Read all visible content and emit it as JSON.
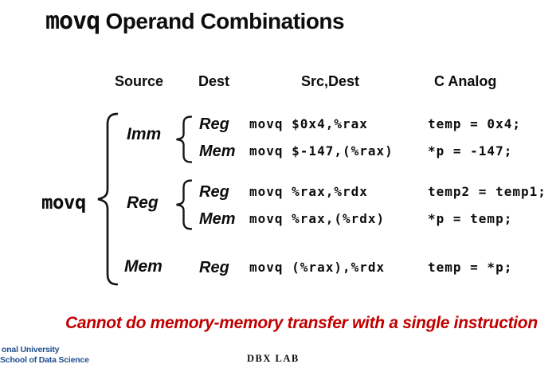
{
  "title": {
    "mono": "movq",
    "rest": " Operand Combinations"
  },
  "columns": {
    "source": "Source",
    "dest": "Dest",
    "src_dest": "Src,Dest",
    "c_analog": "C Analog"
  },
  "instruction": "movq",
  "groups": [
    {
      "source": "Imm",
      "rows": [
        {
          "dest": "Reg",
          "asm": "movq $0x4,%rax",
          "c": "temp = 0x4;"
        },
        {
          "dest": "Mem",
          "asm": "movq $-147,(%rax)",
          "c": "*p = -147;"
        }
      ]
    },
    {
      "source": "Reg",
      "rows": [
        {
          "dest": "Reg",
          "asm": "movq %rax,%rdx",
          "c": "temp2 = temp1;"
        },
        {
          "dest": "Mem",
          "asm": "movq %rax,(%rdx)",
          "c": "*p = temp;"
        }
      ]
    },
    {
      "source": "Mem",
      "rows": [
        {
          "dest": "Reg",
          "asm": "movq (%rax),%rdx",
          "c": "temp = *p;"
        }
      ]
    }
  ],
  "note": "Cannot do memory-memory transfer with a single instruction",
  "footer": {
    "org_line1": "onal University",
    "org_line2": "School of Data Science",
    "lab": "DBX LAB"
  },
  "colors": {
    "note_red": "#c00000",
    "org_blue": "#1f4e8f",
    "text": "#0d0d0d"
  }
}
